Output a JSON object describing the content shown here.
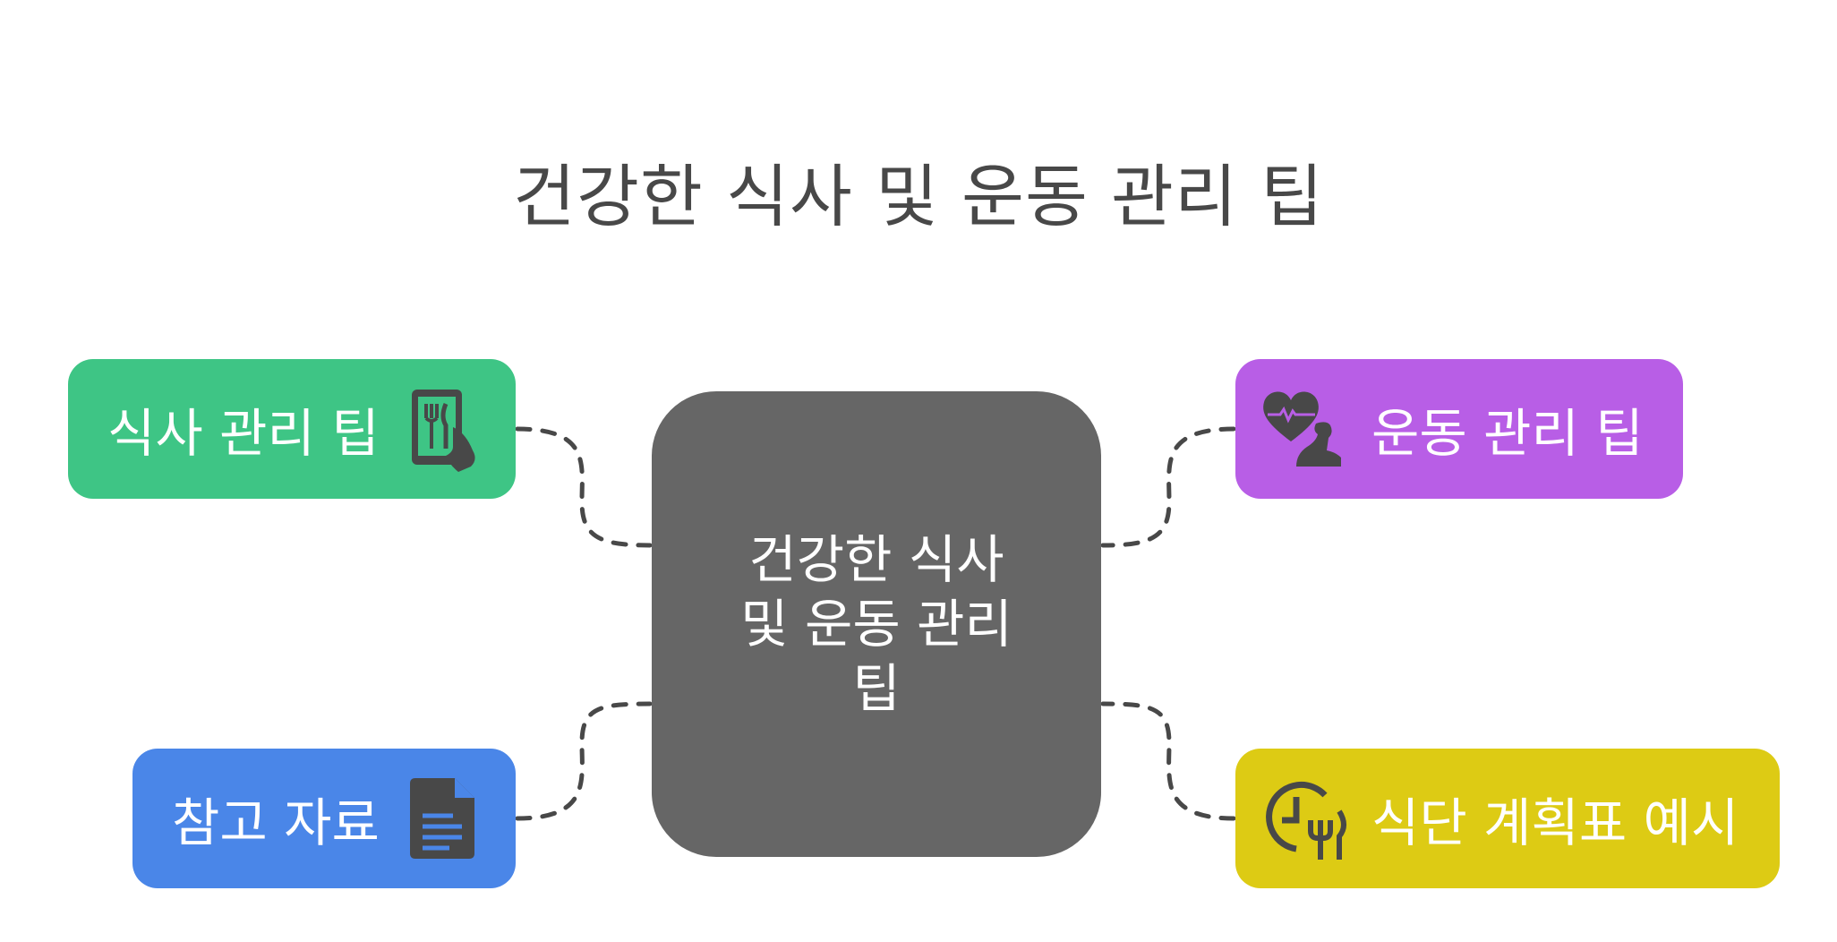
{
  "title": "건강한 식사 및 운동 관리 팁",
  "center": {
    "label": "건강한 식사 및 운동 관리 팁"
  },
  "nodes": {
    "diet": {
      "label": "식사 관리 팁",
      "icon": "tablet-cutlery-icon",
      "color": "#3ec585"
    },
    "exercise": {
      "label": "운동 관리 팁",
      "icon": "heart-muscle-icon",
      "color": "#b85ee6"
    },
    "references": {
      "label": "참고 자료",
      "icon": "document-icon",
      "color": "#4a86e8"
    },
    "meal_plan": {
      "label": "식단 계획표 예시",
      "icon": "clock-fork-icon",
      "color": "#ddcb14"
    }
  },
  "colors": {
    "center": "#666666",
    "title": "#484848",
    "connector": "#484848"
  }
}
